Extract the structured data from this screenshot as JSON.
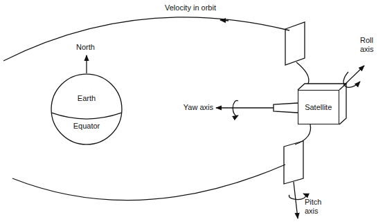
{
  "diagram": {
    "nodes": [
      {
        "text": [
          "Earth",
          "Equator"
        ]
      },
      {
        "text": [
          "Satellite"
        ]
      }
    ],
    "labels": [
      "Velocity in orbit",
      "North",
      "Yaw axis",
      "Roll axis",
      "Pitch axis"
    ]
  }
}
